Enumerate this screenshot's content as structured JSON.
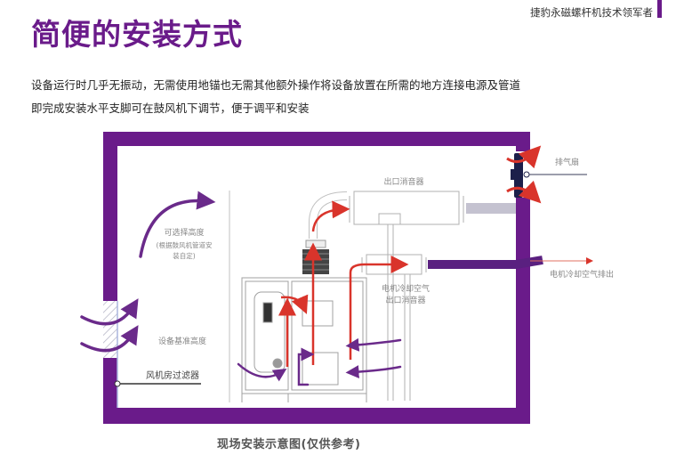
{
  "header": {
    "title": "简便的安装方式",
    "tagline": "捷豹永磁螺杆机技术领军者"
  },
  "description": {
    "line1": "设备运行时几乎无振动，无需使用地锚也无需其他额外操作将设备放置在所需的地方连接电源及管道",
    "line2": "即完成安装水平支脚可在鼓风机下调节，便于调平和安装"
  },
  "diagram": {
    "labels": {
      "outlet_silencer": "出口消音器",
      "exhaust_fan": "排气扇",
      "selectable_height": "可选择高度",
      "selectable_height_note_1": "(根据鼓风机管道安",
      "selectable_height_note_2": "装自定)",
      "motor_cooling_silencer_1": "电机冷却空气",
      "motor_cooling_silencer_2": "出口消音器",
      "motor_cooling_exhaust": "电机冷却空气排出",
      "equipment_base_height": "设备基准高度",
      "room_filter": "风机房过滤器"
    },
    "colors": {
      "wall": "#6a1b8a",
      "hot_air": "#d9342b",
      "cool_air": "#6a2a8a",
      "line": "#9a9a9a"
    }
  },
  "caption": "现场安装示意图(仅供参考)"
}
